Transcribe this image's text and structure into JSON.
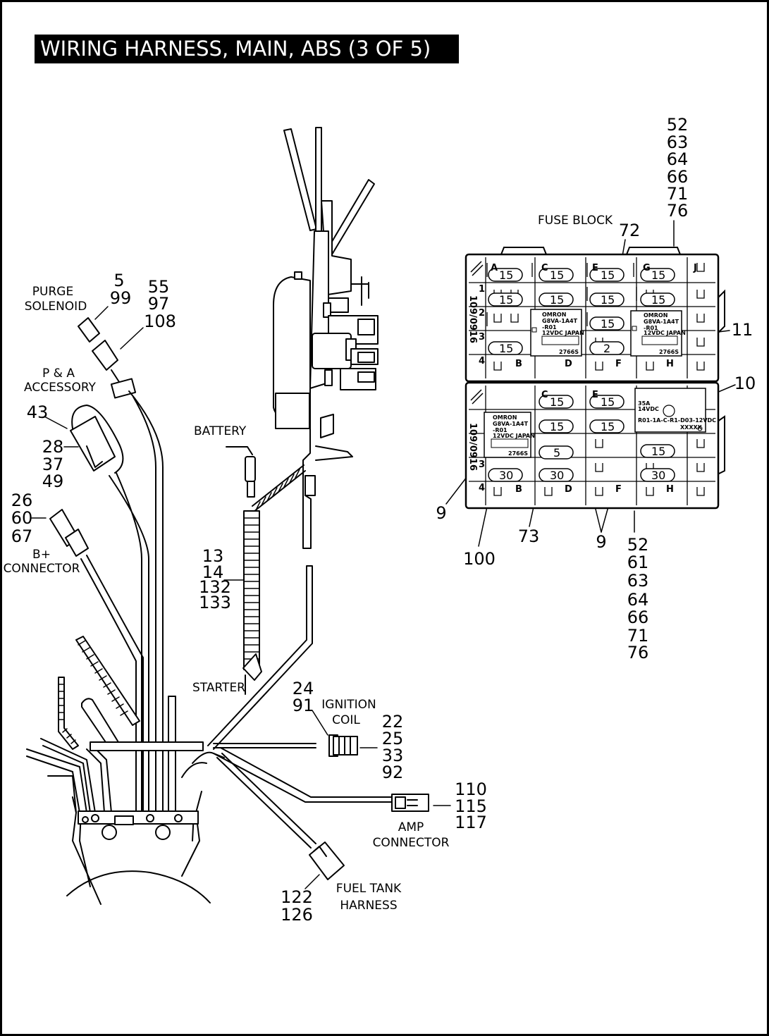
{
  "title": "WIRING HARNESS, MAIN, ABS (3 OF 5)",
  "labels": {
    "purge_solenoid": [
      "PURGE",
      "SOLENOID"
    ],
    "pa_accessory": [
      "P & A",
      "ACCESSORY"
    ],
    "b_plus_connector": [
      "B+",
      "CONNECTOR"
    ],
    "battery": "BATTERY",
    "starter": "STARTER",
    "ignition_coil": [
      "IGNITION",
      "COIL"
    ],
    "amp_connector": [
      "AMP",
      "CONNECTOR"
    ],
    "fuel_tank_harness": [
      "FUEL TANK",
      "HARNESS"
    ],
    "fuse_block": "FUSE BLOCK"
  },
  "callouts": {
    "purge_a": [
      "5",
      "99"
    ],
    "purge_b": [
      "55",
      "97",
      "108"
    ],
    "pa_43": [
      "43"
    ],
    "pa_b": [
      "28",
      "37",
      "49"
    ],
    "bplus": [
      "26",
      "60",
      "67"
    ],
    "battery_cable": [
      "13",
      "14",
      "132",
      "133"
    ],
    "ignition_a": [
      "24",
      "91"
    ],
    "ignition_b": [
      "22",
      "25",
      "33",
      "92"
    ],
    "amp": [
      "110",
      "115",
      "117"
    ],
    "fuel": [
      "122",
      "126"
    ],
    "fuse_top": [
      "52",
      "63",
      "64",
      "66",
      "71",
      "76"
    ],
    "fuse_72": [
      "72"
    ],
    "fuse_11": [
      "11"
    ],
    "fuse_10": [
      "10"
    ],
    "fuse_9_left": [
      "9"
    ],
    "fuse_100": [
      "100"
    ],
    "fuse_73": [
      "73"
    ],
    "fuse_9_mid": [
      "9"
    ],
    "fuse_bottom": [
      "52",
      "61",
      "63",
      "64",
      "66",
      "71",
      "76"
    ]
  },
  "fuse_block": {
    "upper": {
      "column_letters": [
        "A",
        "C",
        "E",
        "G",
        "J"
      ],
      "bottom_letters": [
        "B",
        "D",
        "F",
        "H"
      ],
      "row_numbers": [
        "1",
        "2",
        "3",
        "4"
      ],
      "side_code": "109/0916",
      "fuses": [
        "15",
        "15",
        "15",
        "15",
        "15",
        "15",
        "15",
        "15",
        "15",
        "15",
        "2"
      ],
      "relay_left": [
        "OMRON",
        "G8VA-1A4T",
        "-R01",
        "12VDC    JAPAN",
        "2766S"
      ],
      "relay_right": [
        "OMRON",
        "G8VA-1A4T",
        "-R01",
        "12VDC    JAPAN",
        "2766S"
      ]
    },
    "lower": {
      "column_letters": [
        "C",
        "E"
      ],
      "bottom_letters": [
        "B",
        "D",
        "F",
        "H"
      ],
      "row_numbers": [
        "3",
        "4"
      ],
      "side_code": "109/0916",
      "fuses": [
        "15",
        "15",
        "15",
        "15",
        "5",
        "15",
        "30",
        "30",
        "30"
      ],
      "relay_left": [
        "OMRON",
        "G8VA-1A4T",
        "-R01",
        "12VDC    JAPAN",
        "2766S"
      ],
      "relay_right": [
        "35A",
        "14VDC",
        "R01-1A-C-R1-D03-12VDC",
        "XXXXX"
      ]
    }
  }
}
